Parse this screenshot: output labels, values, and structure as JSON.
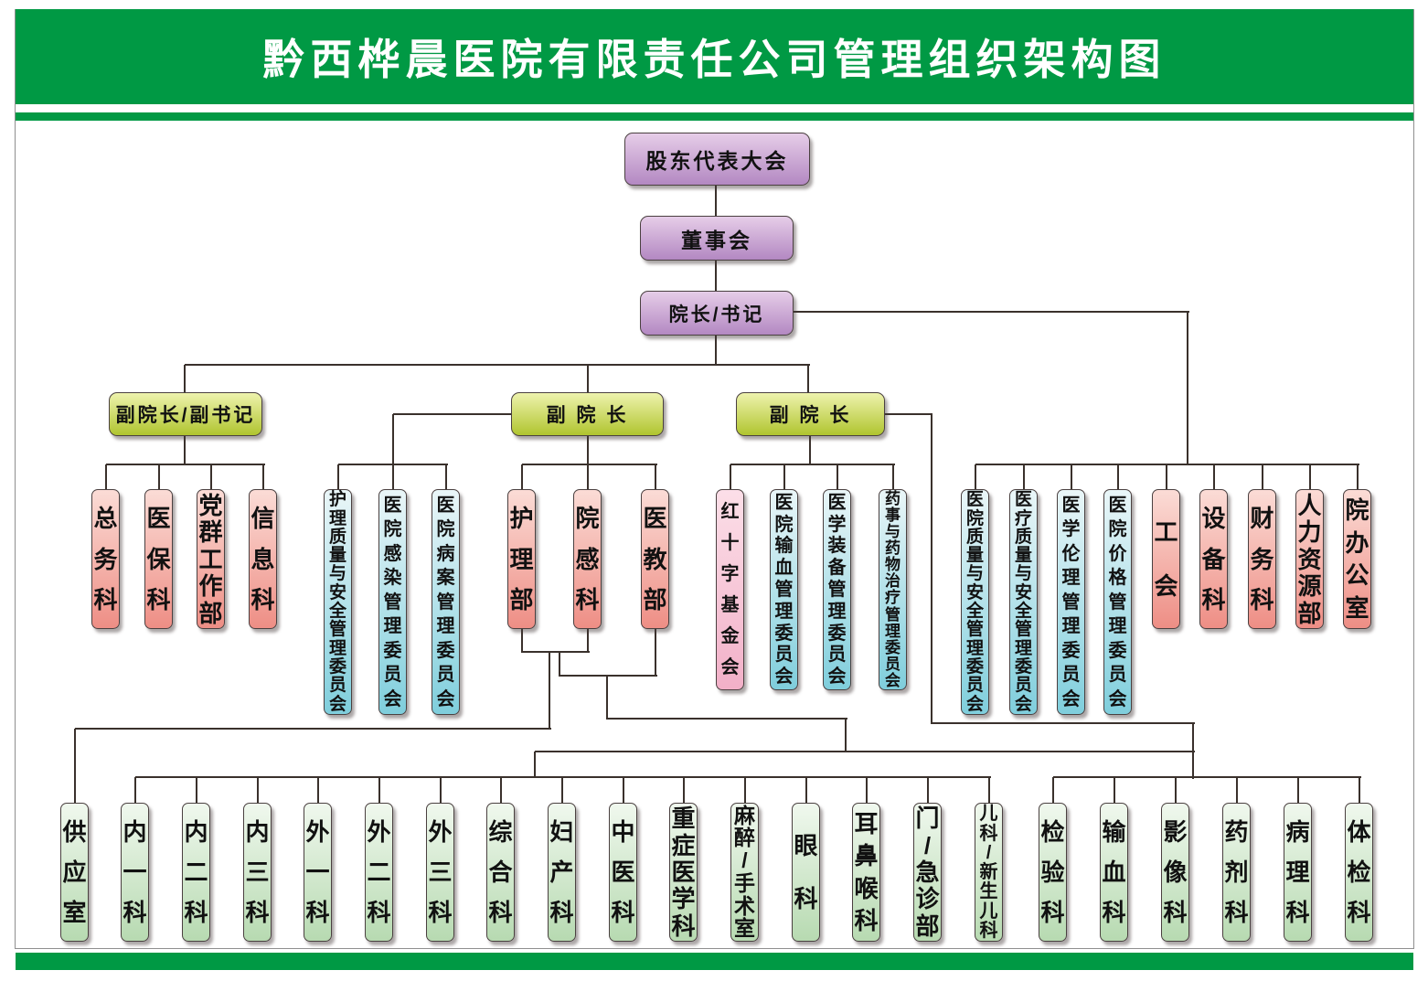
{
  "title": "黔西桦晨医院有限责任公司管理组织架构图",
  "colors": {
    "banner": "#009944",
    "line": "#3a312c",
    "purple-top": "#e6cde8",
    "purple-bot": "#b388c2",
    "lime-top": "#eef3ad",
    "lime-bot": "#b0c52f",
    "salmon-top": "#fbdcd6",
    "salmon-bot": "#ee8e85",
    "cyan-top": "#eaf6f8",
    "cyan-bot": "#7fcedc",
    "rose-top": "#fcdfe8",
    "rose-bot": "#f2b0c8",
    "mint-top": "#f0f8ee",
    "mint-bot": "#b7dab1"
  },
  "governance": {
    "shareholders": "股东代表大会",
    "board": "董事会",
    "dean": "院长/书记"
  },
  "vice": {
    "left": "副院长/副书记",
    "middle": "副 院 长",
    "right": "副 院 长"
  },
  "admin_depts": [
    "总务科",
    "医保科",
    "党群工作部",
    "信息科"
  ],
  "committees_left": [
    "护理质量与安全管理委员会",
    "医院感染管理委员会",
    "医院病案管理委员会"
  ],
  "medical_admin_depts": [
    "护理部",
    "院感科",
    "医教部"
  ],
  "foundation": "红十字基金会",
  "committees_mid": [
    "医院输血管理委员会",
    "医学装备管理委员会",
    "药事与药物治疗管理委员会"
  ],
  "committees_right": [
    "医院质量与安全管理委员会",
    "医疗质量与安全管理委员会",
    "医学伦理管理委员会",
    "医院价格管理委员会"
  ],
  "support_depts": [
    "工会",
    "设备科",
    "财务科",
    "人力资源部",
    "院办公室"
  ],
  "clinical_depts": [
    "供应室",
    "内一科",
    "内二科",
    "内三科",
    "外一科",
    "外二科",
    "外三科",
    "综合科",
    "妇产科",
    "中医科",
    "重症医学科",
    "麻醉/手术室",
    "眼科",
    "耳鼻喉科",
    "门/急诊部",
    "儿科/新生儿科",
    "检验科",
    "输血科",
    "影像科",
    "药剂科",
    "病理科",
    "体检科"
  ]
}
